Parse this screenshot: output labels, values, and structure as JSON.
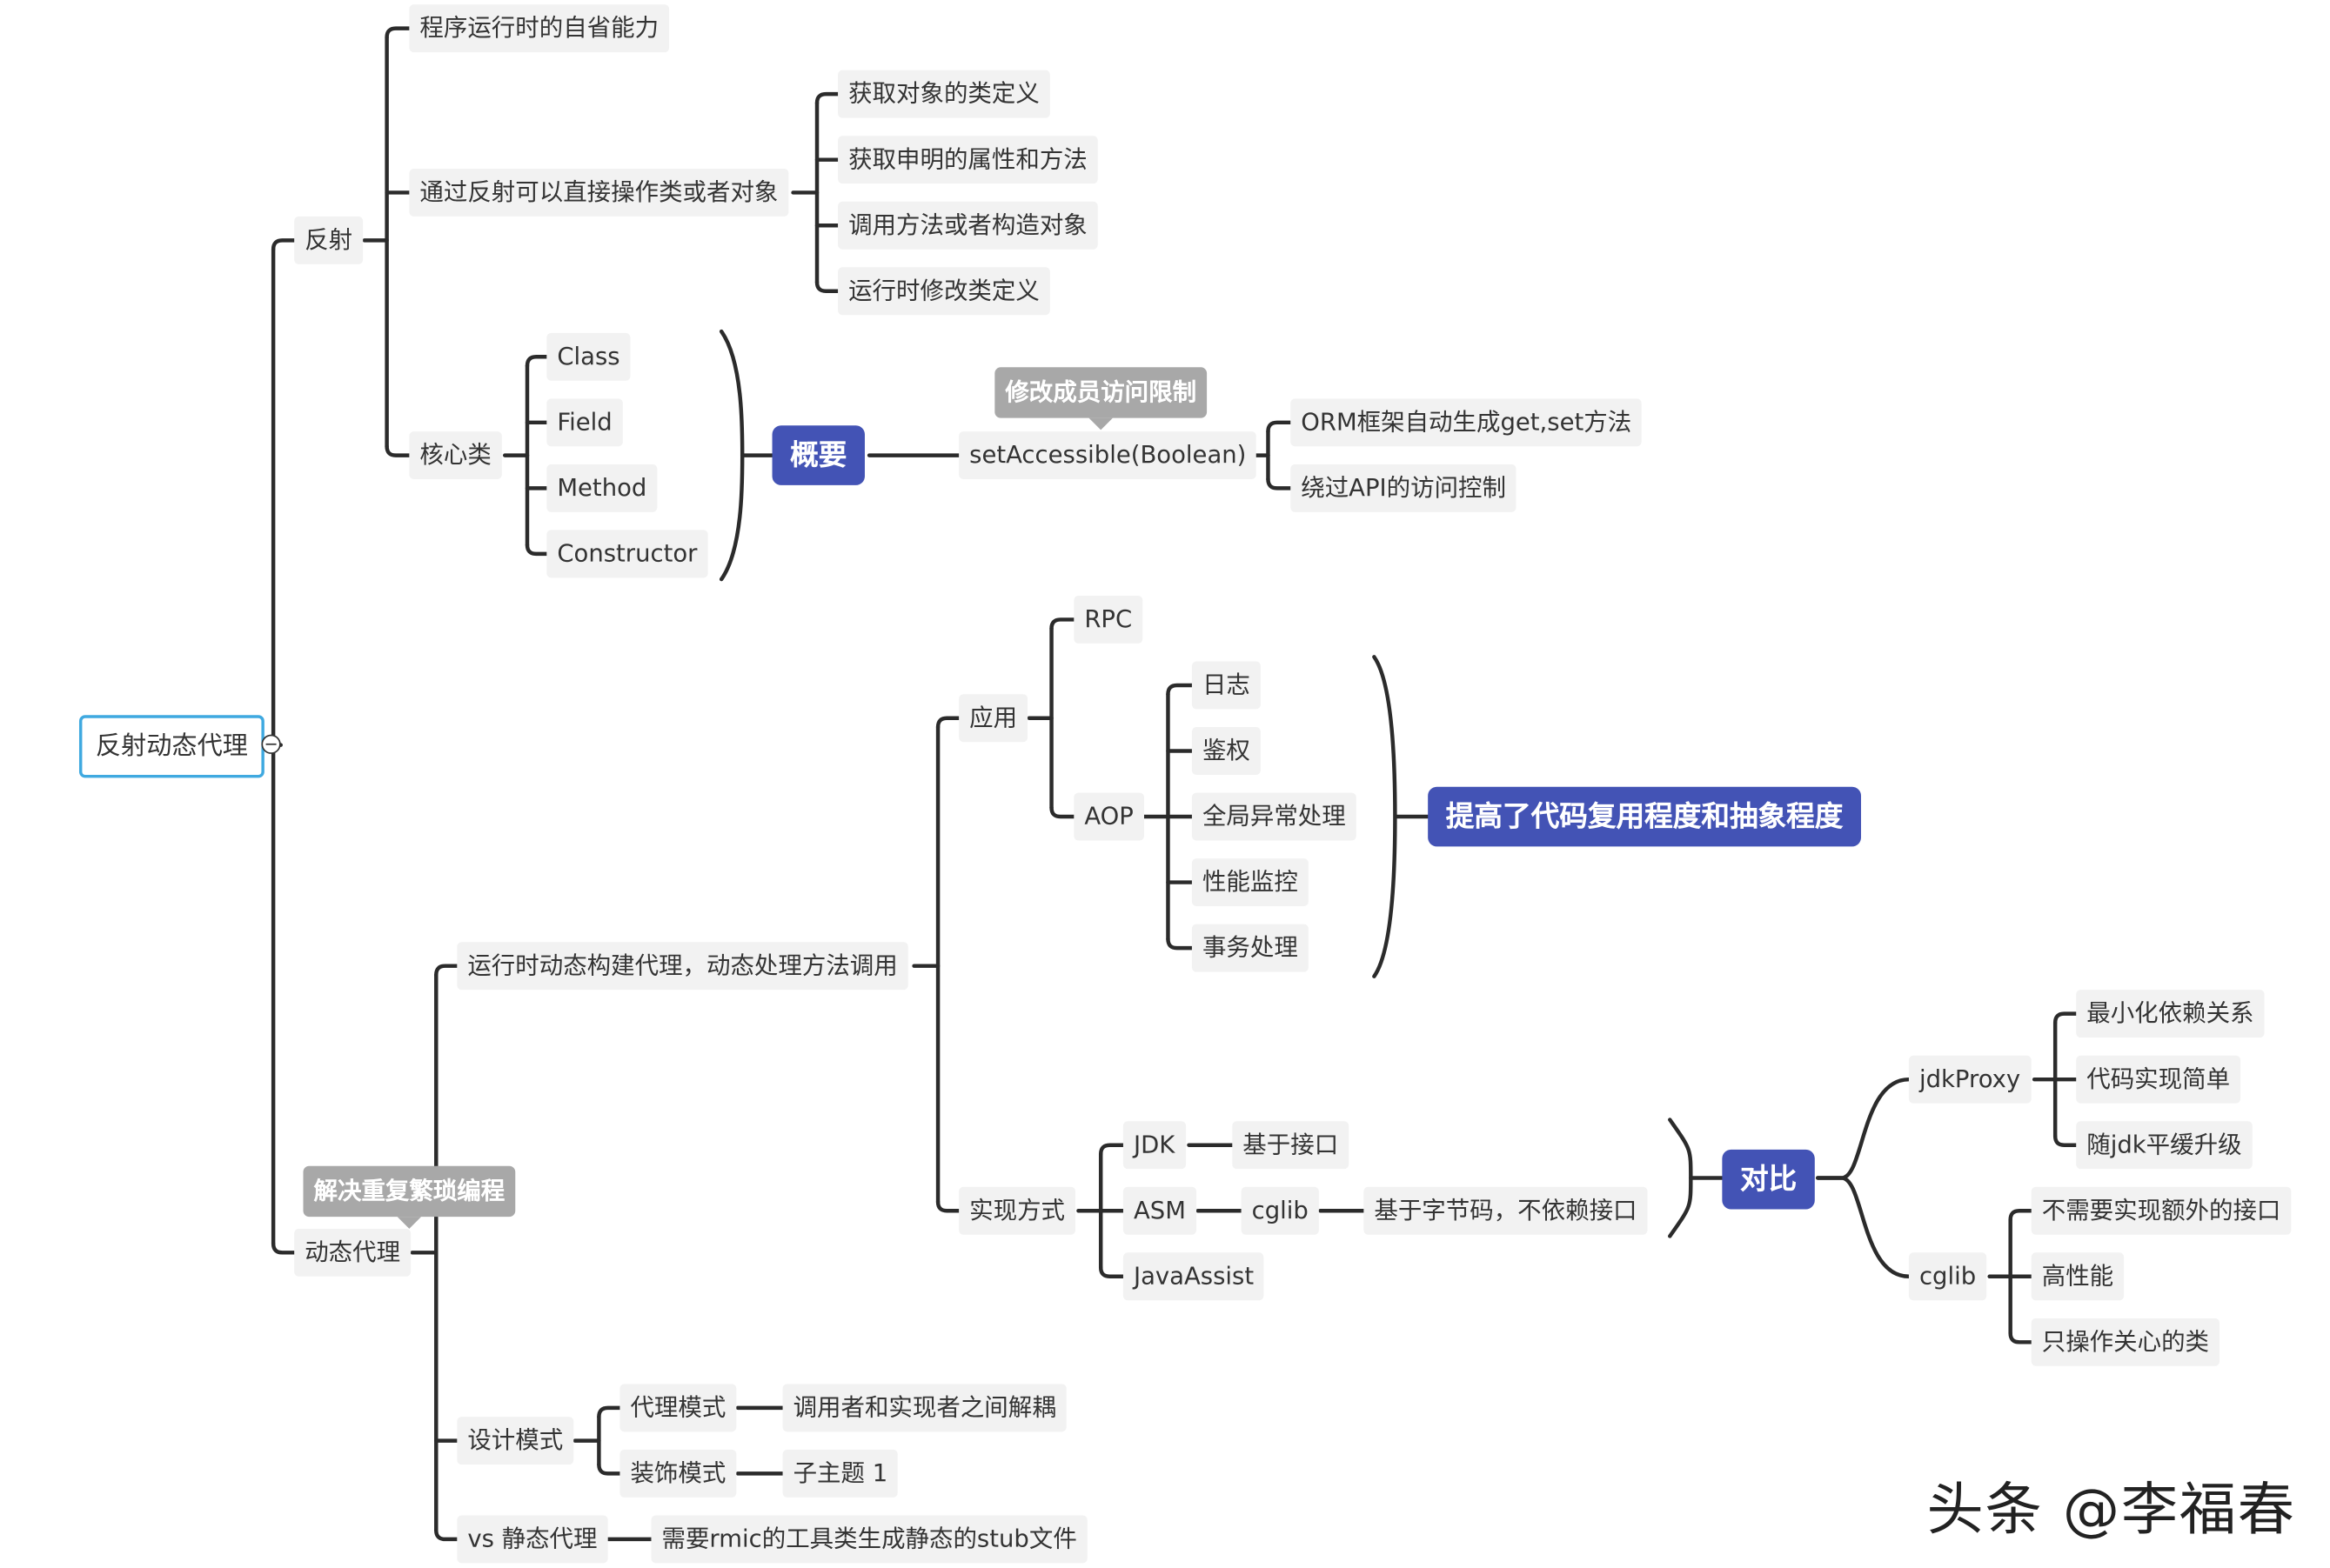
{
  "root": "反射动态代理",
  "reflection": {
    "label": "反射",
    "introspection": "程序运行时的自省能力",
    "operate": {
      "label": "通过反射可以直接操作类或者对象",
      "items": [
        "获取对象的类定义",
        "获取申明的属性和方法",
        "调用方法或者构造对象",
        "运行时修改类定义"
      ]
    },
    "core": {
      "label": "核心类",
      "classes": [
        "Class",
        "Field",
        "Method",
        "Constructor"
      ],
      "summary": "概要",
      "set_accessible": "setAccessible(Boolean)",
      "callout": "修改成员访问限制",
      "uses": [
        "ORM框架自动生成get,set方法",
        "绕过API的访问控制"
      ]
    }
  },
  "dynamic_proxy": {
    "label": "动态代理",
    "callout": "解决重复繁琐编程",
    "runtime": {
      "label": "运行时动态构建代理，动态处理方法调用",
      "apply": {
        "label": "应用",
        "rpc": "RPC",
        "aop": "AOP",
        "aop_items": [
          "日志",
          "鉴权",
          "全局异常处理",
          "性能监控",
          "事务处理"
        ],
        "benefit": "提高了代码复用程度和抽象程度"
      },
      "impl": {
        "label": "实现方式",
        "jdk": "JDK",
        "jdk_desc": "基于接口",
        "asm": "ASM",
        "cglib": "cglib",
        "cglib_desc": "基于字节码，不依赖接口",
        "javassist": "JavaAssist",
        "compare": "对比",
        "jdk_proxy": "jdkProxy",
        "jdk_proxy_items": [
          "最小化依赖关系",
          "代码实现简单",
          "随jdk平缓升级"
        ],
        "cglib2": "cglib",
        "cglib_items": [
          "不需要实现额外的接口",
          "高性能",
          "只操作关心的类"
        ]
      }
    },
    "design": {
      "label": "设计模式",
      "proxy": "代理模式",
      "proxy_desc": "调用者和实现者之间解耦",
      "decorator": "装饰模式",
      "decorator_desc": "子主题 1"
    },
    "static": {
      "label": "vs 静态代理",
      "desc": "需要rmic的工具类生成静态的stub文件"
    }
  },
  "watermark": "头条 @李福春"
}
